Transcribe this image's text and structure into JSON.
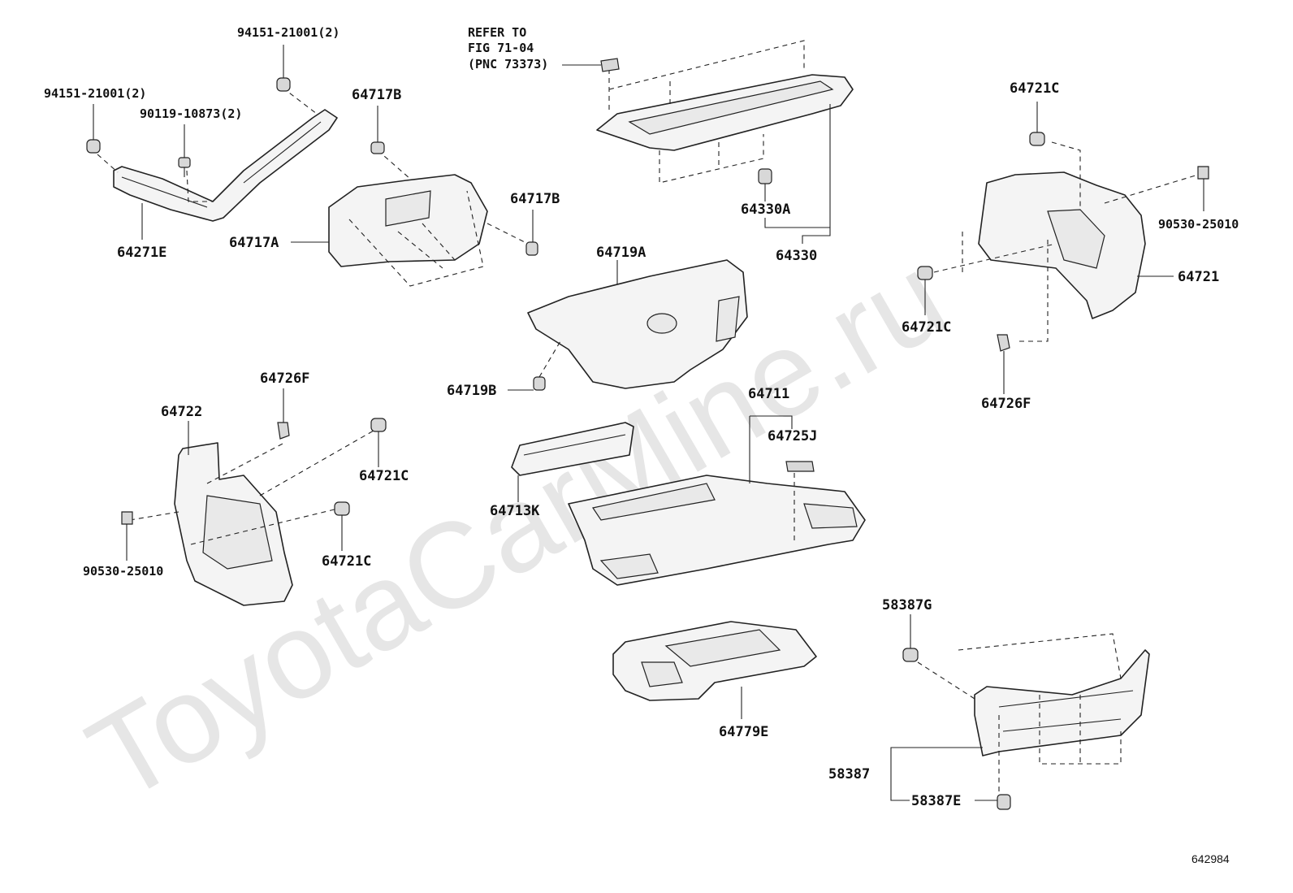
{
  "watermark": "ToyotaCarMine.ru",
  "figure_number": "642984",
  "note": {
    "line1": "REFER TO",
    "line2": "FIG 71-04",
    "line3": "(PNC 73373)"
  },
  "labels": {
    "p94151_a": "94151-21001(2)",
    "p94151_b": "94151-21001(2)",
    "p90119": "90119-10873(2)",
    "p64271E": "64271E",
    "p64717B_a": "64717B",
    "p64717B_b": "64717B",
    "p64717A": "64717A",
    "p64330A": "64330A",
    "p64330": "64330",
    "p64721C_a": "64721C",
    "p64721C_b": "64721C",
    "p64721C_c": "64721C",
    "p64721C_d": "64721C",
    "p90530_a": "90530-25010",
    "p90530_b": "90530-25010",
    "p64721": "64721",
    "p64726F_a": "64726F",
    "p64726F_b": "64726F",
    "p64719A": "64719A",
    "p64719B": "64719B",
    "p64711": "64711",
    "p64725J": "64725J",
    "p64722": "64722",
    "p64713K": "64713K",
    "p64779E": "64779E",
    "p58387G": "58387G",
    "p58387": "58387",
    "p58387E": "58387E"
  }
}
